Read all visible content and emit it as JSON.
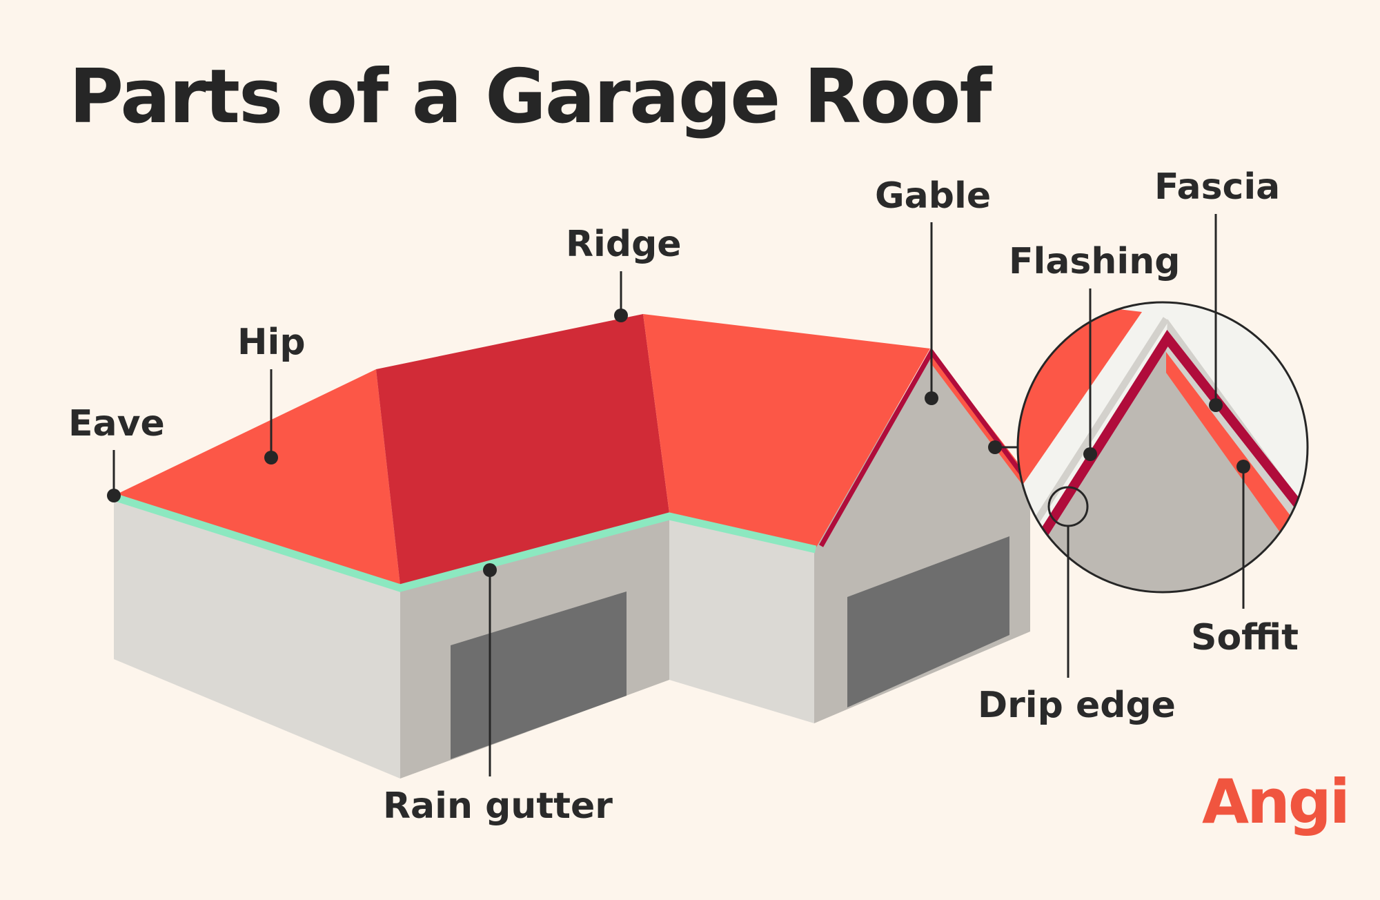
{
  "title": "Parts of a Garage Roof",
  "labels": {
    "eave": "Eave",
    "hip": "Hip",
    "ridge": "Ridge",
    "gable": "Gable",
    "flashing": "Flashing",
    "fascia": "Fascia",
    "soffit": "Soffit",
    "drip_edge": "Drip edge",
    "rain_gutter": "Rain gutter"
  },
  "logo": "Angi",
  "colors": {
    "background": "#fdf5ec",
    "roof_light": "#fc5747",
    "roof_dark": "#d12b37",
    "wall_light": "#dbd9d4",
    "wall_mid": "#bdb9b3",
    "garage_door": "#6e6e6e",
    "gutter": "#8ce8c0",
    "trim": "#b00c3b",
    "logo": "#f0553f"
  }
}
